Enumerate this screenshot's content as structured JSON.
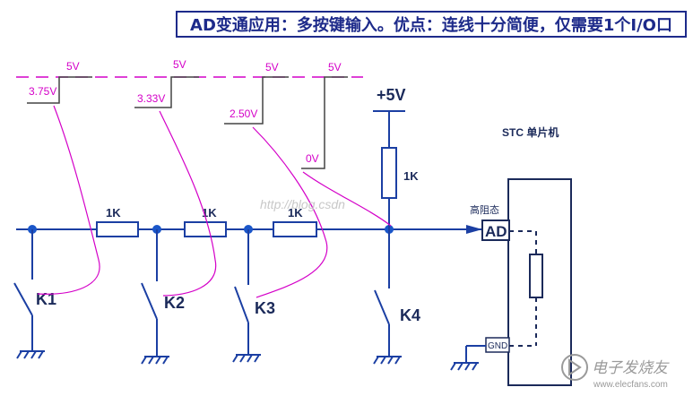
{
  "title": "AD变通应用：多按键输入。优点：连线十分简便，仅需要1个I/O口",
  "colors": {
    "title": "#1d2a8a",
    "wire": "#1b3fa3",
    "magenta": "#d400c8",
    "node": "#1a56c9"
  },
  "voltages": {
    "k1": {
      "low": "3.75V",
      "high": "5V"
    },
    "k2": {
      "low": "3.33V",
      "high": "5V"
    },
    "k3": {
      "low": "2.50V",
      "high": "5V"
    },
    "k4": {
      "low": "0V",
      "high": "5V"
    }
  },
  "circuit": {
    "supply": "+5V",
    "pullup": "1K",
    "series": [
      "1K",
      "1K",
      "1K"
    ],
    "keys": [
      "K1",
      "K2",
      "K3",
      "K4"
    ]
  },
  "mcu": {
    "name": "STC 单片机",
    "hiz_label": "高阻态",
    "ad_pin": "AD",
    "gnd_pin": "GND"
  },
  "watermark": "http://blog.csdn",
  "logo": {
    "cn": "电子发烧友",
    "url": "www.elecfans.com"
  }
}
